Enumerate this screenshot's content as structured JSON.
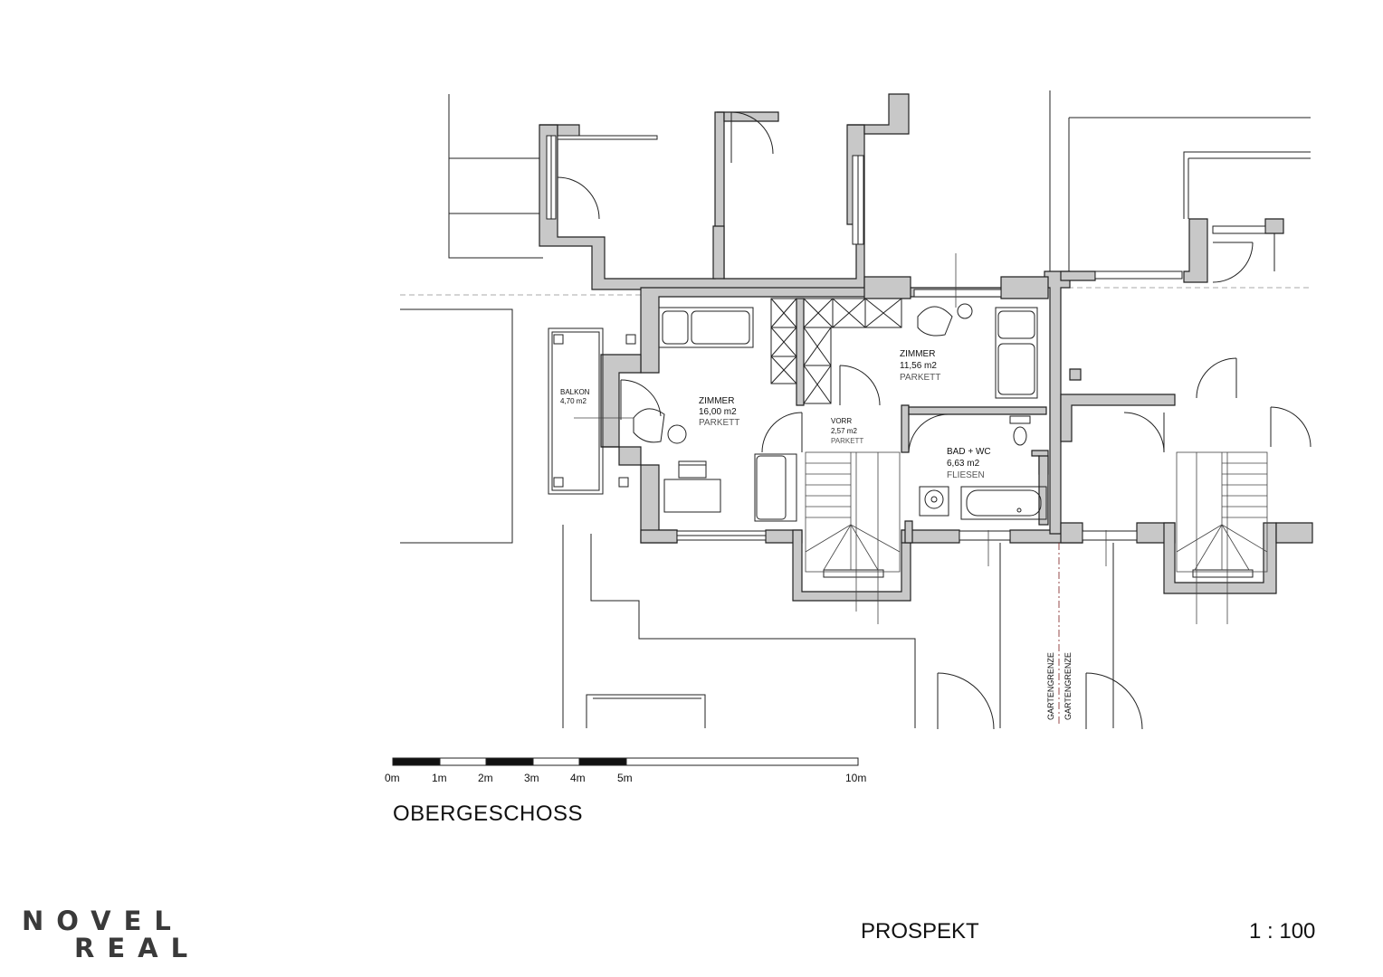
{
  "rooms": [
    {
      "name": "ZIMMER",
      "area": "16,00 m2",
      "floor": "PARKETT"
    },
    {
      "name": "ZIMMER",
      "area": "11,56 m2",
      "floor": "PARKETT"
    },
    {
      "name": "VORR",
      "area": "2,57 m2",
      "floor": "PARKETT"
    },
    {
      "name": "BAD + WC",
      "area": "6,63 m2",
      "floor": "FLIESEN"
    },
    {
      "name": "BALKON",
      "area": "4,70 m2",
      "floor": ""
    }
  ],
  "boundary_labels": [
    "GARTENGRENZE",
    "GARTENGRENZE"
  ],
  "scale_bar": {
    "labels": [
      "0m",
      "1m",
      "2m",
      "3m",
      "4m",
      "5m",
      "10m"
    ]
  },
  "floor_title": "OBERGESCHOSS",
  "footer": {
    "document": "PROSPEKT",
    "scale": "1 : 100",
    "logo_line1": "NOVEL",
    "logo_line2": "REAL"
  },
  "colors": {
    "wall_fill": "#c8c8c8",
    "line": "#222222",
    "logo_text": "#3a3a3a",
    "logo_accent": "#b89b5e"
  }
}
